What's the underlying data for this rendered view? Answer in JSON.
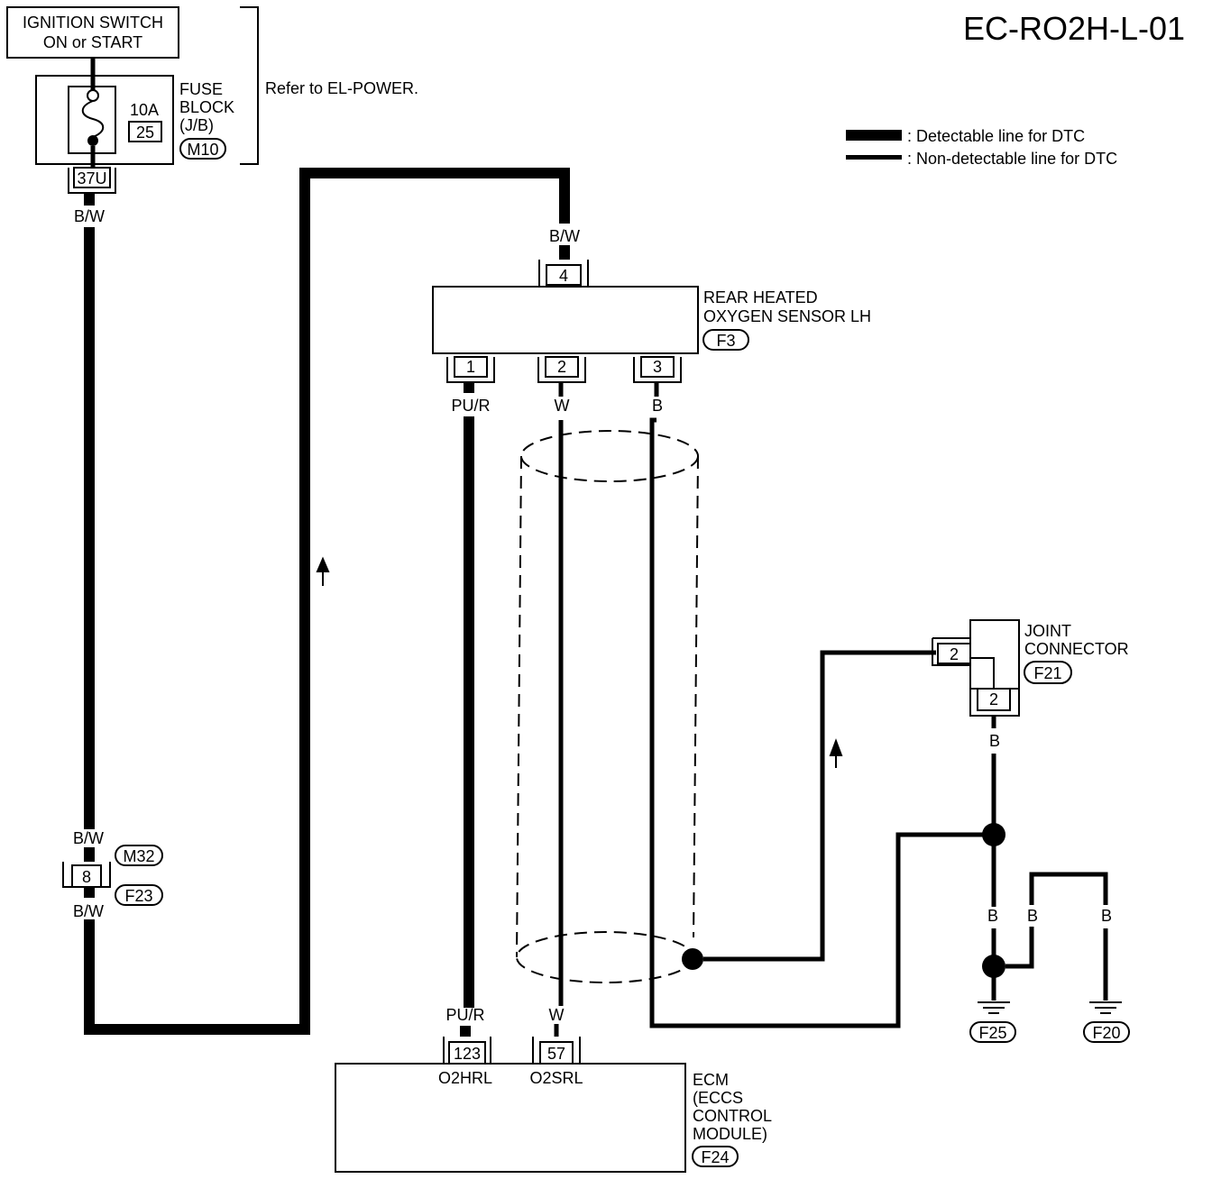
{
  "diagram_id": "EC-RO2H-L-01",
  "legend": {
    "detectable": ": Detectable line for DTC",
    "non_detectable": ": Non-detectable line for DTC"
  },
  "ignition_switch": {
    "line1": "IGNITION SWITCH",
    "line2": "ON or START"
  },
  "fuse_block": {
    "line1": "FUSE",
    "line2": "BLOCK",
    "line3": "(J/B)",
    "connector": "M10",
    "rating": "10A",
    "number": "25",
    "terminal": "37U"
  },
  "refer_note": "Refer to EL-POWER.",
  "wires": {
    "bw_top": "B/W",
    "bw_sensor": "B/W",
    "bw_above_m32": "B/W",
    "bw_below_f23": "B/W",
    "pur_sensor": "PU/R",
    "w_sensor": "W",
    "b_sensor": "B",
    "pur_ecm": "PU/R",
    "w_ecm": "W",
    "b_joint": "B",
    "b_lower": "B",
    "b_ground_left": "B",
    "b_ground_right": "B"
  },
  "inline_connector": {
    "terminal": "8",
    "upper": "M32",
    "lower": "F23"
  },
  "sensor": {
    "line1": "REAR HEATED",
    "line2": "OXYGEN SENSOR LH",
    "connector": "F3",
    "pin_top": "4",
    "pin1": "1",
    "pin2": "2",
    "pin3": "3"
  },
  "joint_connector": {
    "line1": "JOINT",
    "line2": "CONNECTOR",
    "connector": "F21",
    "pin_left": "2",
    "pin_bottom": "2"
  },
  "grounds": {
    "left": "F25",
    "right": "F20"
  },
  "ecm": {
    "line1": "ECM",
    "line2": "(ECCS",
    "line3": "CONTROL",
    "line4": "MODULE)",
    "connector": "F24",
    "pin_a": "123",
    "pin_a_name": "O2HRL",
    "pin_b": "57",
    "pin_b_name": "O2SRL"
  }
}
